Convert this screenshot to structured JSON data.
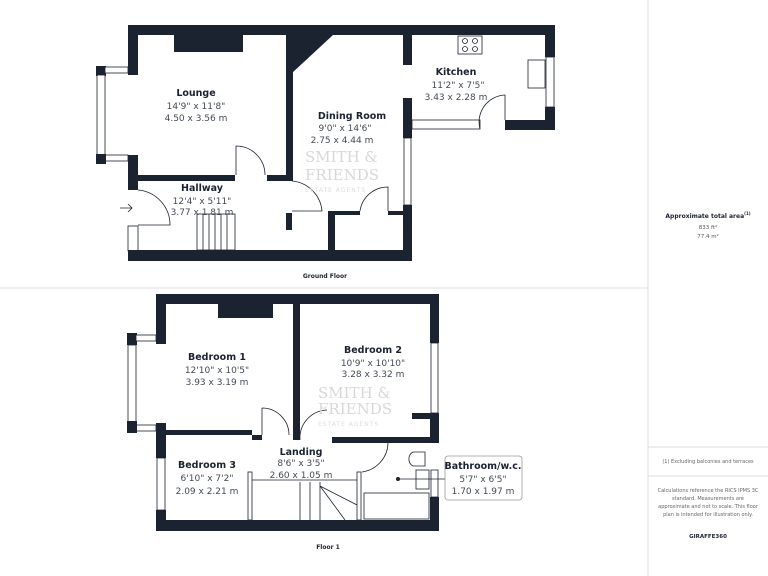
{
  "watermark": {
    "line1": "SMITH &",
    "line2": "FRIENDS",
    "line3": "ESTATE AGENTS"
  },
  "ground_floor": {
    "label": "Ground Floor",
    "rooms": [
      {
        "name": "Lounge",
        "imperial": "14'9\" x 11'8\"",
        "metric": "4.50 x 3.56 m"
      },
      {
        "name": "Dining Room",
        "imperial": "9'0\" x 14'6\"",
        "metric": "2.75 x 4.44 m"
      },
      {
        "name": "Kitchen",
        "imperial": "11'2\" x 7'5\"",
        "metric": "3.43 x 2.28 m"
      },
      {
        "name": "Hallway",
        "imperial": "12'4\" x 5'11\"",
        "metric": "3.77 x 1.81 m"
      }
    ]
  },
  "floor_1": {
    "label": "Floor 1",
    "rooms": [
      {
        "name": "Bedroom 1",
        "imperial": "12'10\" x 10'5\"",
        "metric": "3.93 x 3.19 m"
      },
      {
        "name": "Bedroom 2",
        "imperial": "10'9\" x 10'10\"",
        "metric": "3.28 x 3.32 m"
      },
      {
        "name": "Bedroom 3",
        "imperial": "6'10\" x 7'2\"",
        "metric": "2.09 x 2.21 m"
      },
      {
        "name": "Landing",
        "imperial": "8'6\" x 3'5\"",
        "metric": "2.60 x 1.05 m"
      },
      {
        "name": "Bathroom/w.c.",
        "imperial": "5'7\" x 6'5\"",
        "metric": "1.70 x 1.97 m"
      }
    ]
  },
  "sidebar": {
    "area_title": "Approximate total area",
    "area_footnote_mark": "(1)",
    "area_sqft": "833 ft²",
    "area_sqm": "77.4 m²",
    "footnote": "(1) Excluding balconies and terraces",
    "disclaimer": "Calculations reference the RICS IPMS 3C standard. Measurements are approximate and not to scale. This floor plan is intended for illustration only.",
    "brand": "GIRAFFE360"
  },
  "colors": {
    "wall": "#1b2230",
    "watermark_accent": "#f3c98b"
  }
}
